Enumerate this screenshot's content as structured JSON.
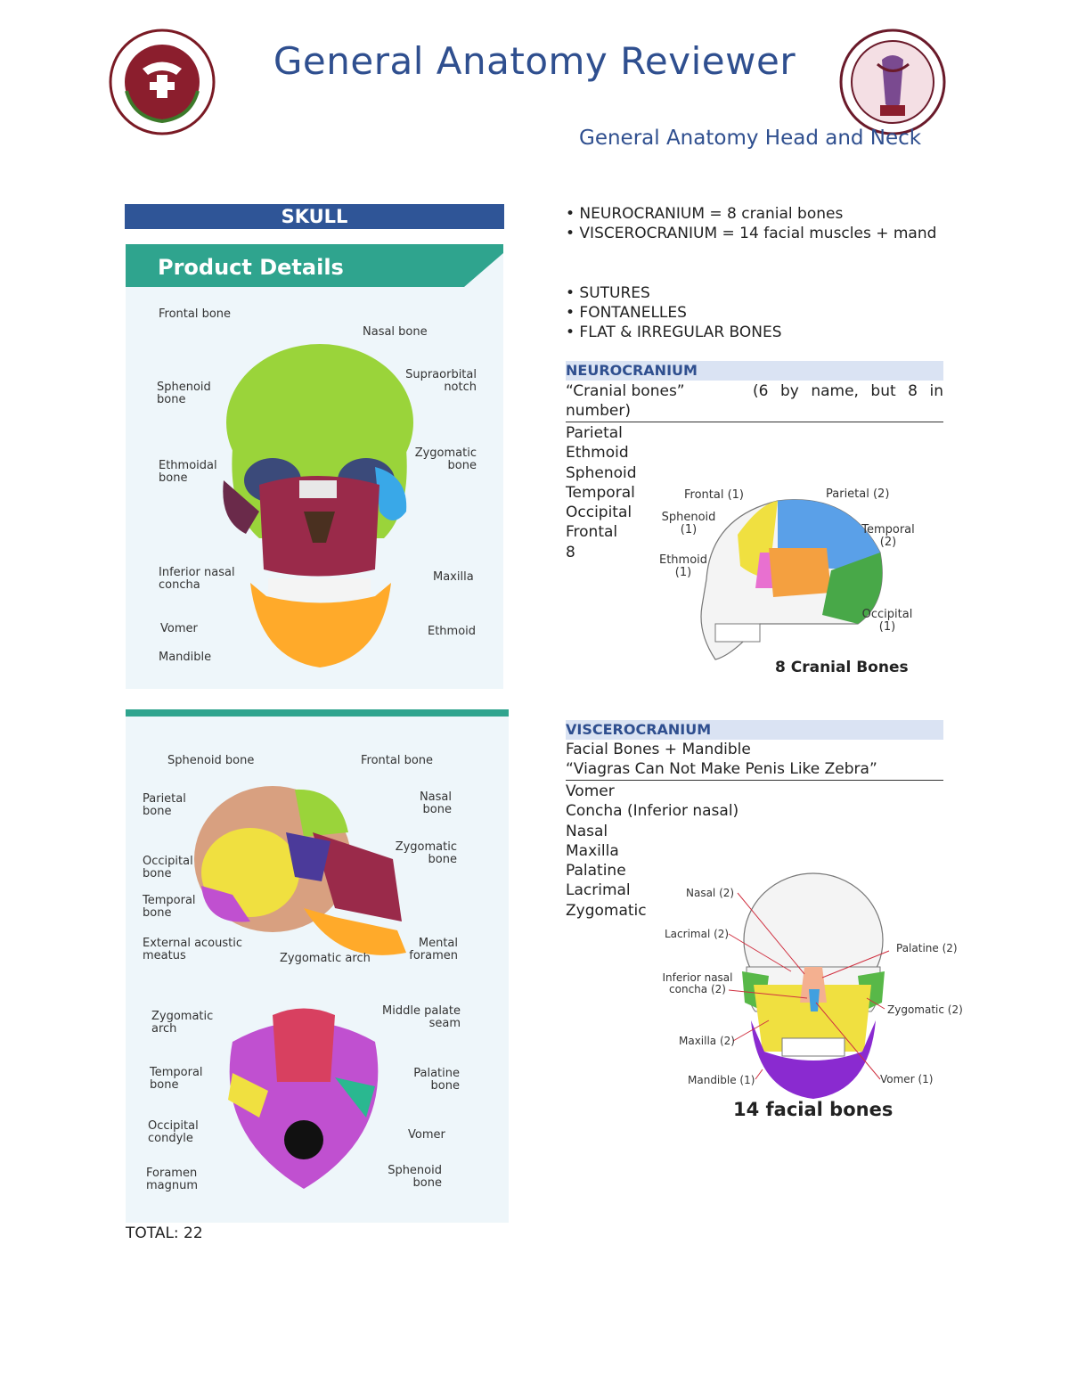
{
  "header": {
    "title": "General Anatomy Reviewer",
    "subtitle": "General Anatomy Head and Neck"
  },
  "skull_section": {
    "heading": "SKULL",
    "product_details": "Product Details",
    "front_labels": [
      "Frontal bone",
      "Nasal bone",
      "Supraorbital notch",
      "Sphenoid bone",
      "Zygomatic bone",
      "Ethmoidal bone",
      "Inferior nasal concha",
      "Maxilla",
      "Vomer",
      "Ethmoid",
      "Mandible"
    ],
    "side_labels": [
      "Sphenoid bone",
      "Frontal bone",
      "Parietal bone",
      "Nasal bone",
      "Zygomatic bone",
      "Occipital bone",
      "Temporal bone",
      "External acoustic meatus",
      "Zygomatic arch",
      "Mental foramen"
    ],
    "base_labels": [
      "Zygomatic arch",
      "Middle palate seam",
      "Temporal bone",
      "Palatine bone",
      "Occipital condyle",
      "Vomer",
      "Foramen magnum",
      "Sphenoid bone"
    ],
    "total": "TOTAL: 22"
  },
  "bullets_top": [
    "• NEUROCRANIUM = 8 cranial bones",
    "• VISCEROCRANIUM = 14 facial muscles + mand"
  ],
  "bullets_mid": [
    "• SUTURES",
    "• FONTANELLES",
    "• FLAT & IRREGULAR BONES"
  ],
  "neurocranium": {
    "heading": "NEUROCRANIUM",
    "line1a": "“Cranial bones”",
    "line1b": "(6 by name, but 8 in number)",
    "items": [
      "Parietal",
      "Ethmoid",
      "Sphenoid",
      "Temporal",
      "Occipital",
      "Frontal",
      "8"
    ],
    "figure_labels": {
      "frontal": "Frontal (1)",
      "parietal": "Parietal (2)",
      "sphenoid": "Sphenoid (1)",
      "temporal": "Temporal (2)",
      "ethmoid": "Ethmoid (1)",
      "occipital": "Occipital (1)"
    },
    "figure_caption": "8 Cranial Bones"
  },
  "viscerocranium": {
    "heading": "VISCEROCRANIUM",
    "line1": "Facial Bones + Mandible",
    "line2": "“Viagras Can Not Make Penis Like Zebra”",
    "items": [
      "Vomer",
      "Concha (Inferior nasal)",
      "Nasal",
      "Maxilla",
      "Palatine",
      "Lacrimal",
      "Zygomatic"
    ],
    "figure_labels": {
      "nasal": "Nasal (2)",
      "lacrimal": "Lacrimal (2)",
      "palatine": "Palatine (2)",
      "concha": "Inferior nasal concha (2)",
      "zygomatic": "Zygomatic (2)",
      "maxilla": "Maxilla (2)",
      "mandible": "Mandible (1)",
      "vomer": "Vomer (1)"
    },
    "figure_caption": "14 facial bones"
  }
}
